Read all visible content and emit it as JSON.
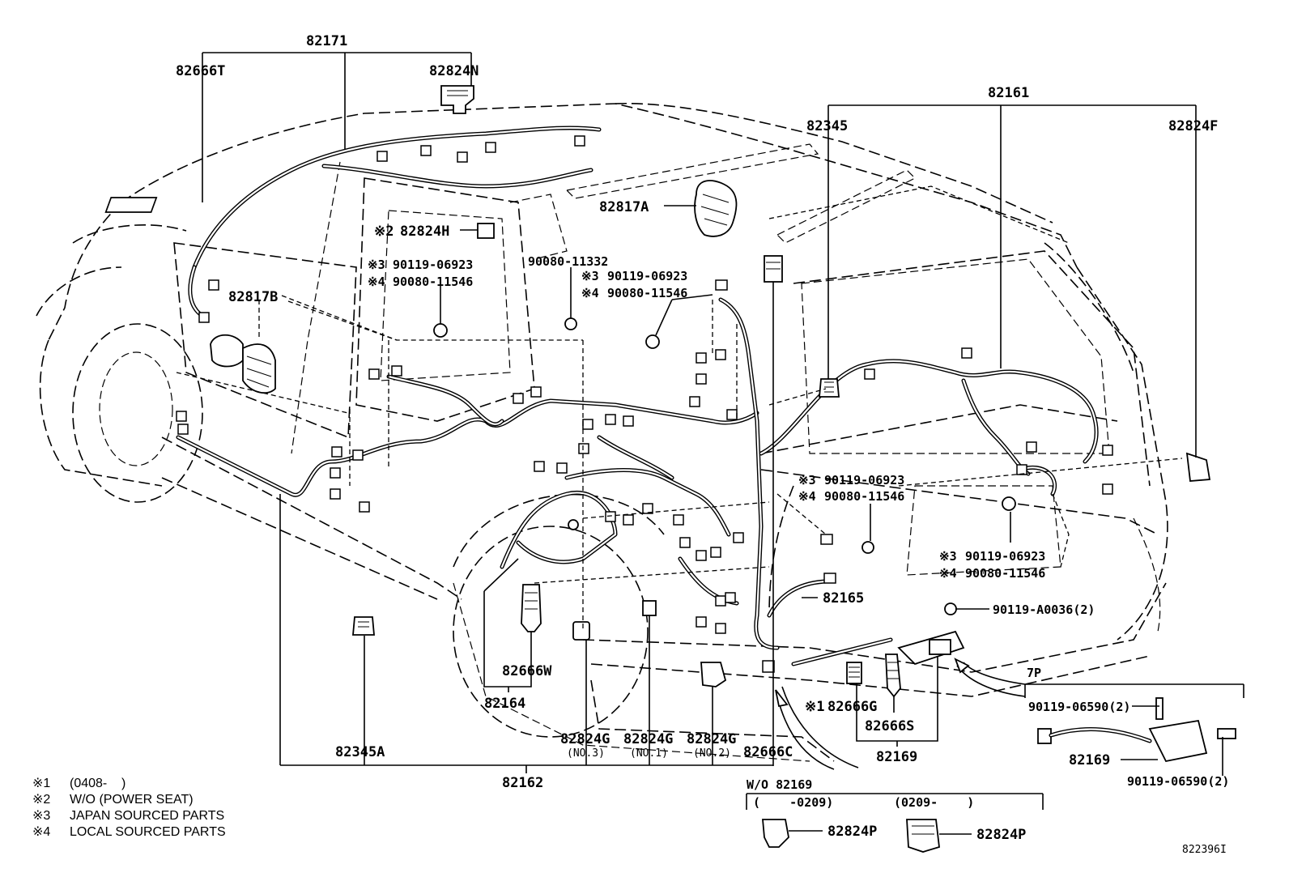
{
  "diagram_code": "822396I",
  "labels": {
    "p82171": "82171",
    "p82666T": "82666T",
    "p82824N": "82824N",
    "p82161": "82161",
    "p82345": "82345",
    "p82824F": "82824F",
    "p82817A": "82817A",
    "p82824H": "82824H",
    "p82824H_mark": "※2",
    "p82817B": "82817B",
    "b1_mark1": "※3",
    "b1_pn1": "90119-06923",
    "b1_mark2": "※4",
    "b1_pn2": "90080-11546",
    "b2_pn": "90080-11332",
    "b3_mark1": "※3",
    "b3_pn1": "90119-06923",
    "b3_mark2": "※4",
    "b3_pn2": "90080-11546",
    "b4_mark1": "※3",
    "b4_pn1": "90119-06923",
    "b4_mark2": "※4",
    "b4_pn2": "90080-11546",
    "b5_mark1": "※3",
    "b5_pn1": "90119-06923",
    "b5_mark2": "※4",
    "b5_pn2": "90080-11546",
    "p82165": "82165",
    "p90119A0036": "90119-A0036(2)",
    "p7P": "7P",
    "p90119_06590_a": "90119-06590(2)",
    "p90119_06590_b": "90119-06590(2)",
    "p82169_detail": "82169",
    "p82666G_mark": "※1",
    "p82666G": "82666G",
    "p82666S": "82666S",
    "p82169": "82169",
    "p82666W": "82666W",
    "p82164": "82164",
    "p82824G_a": "82824G",
    "p82824G_a_sub": "(NO.3)",
    "p82824G_b": "82824G",
    "p82824G_b_sub": "(NO.1)",
    "p82824G_c": "82824G",
    "p82824G_c_sub": "(NO.2)",
    "p82666C": "82666C",
    "p82345A": "82345A",
    "p82162": "82162",
    "wo_82169": "W/O 82169",
    "range_left": "(    -0209)",
    "range_right": "(0209-    )",
    "p82824P_a": "82824P",
    "p82824P_b": "82824P"
  },
  "notes": [
    {
      "mark": "※1",
      "text": "(0408-    )"
    },
    {
      "mark": "※2",
      "text": "W/O (POWER SEAT)"
    },
    {
      "mark": "※3",
      "text": "JAPAN SOURCED PARTS"
    },
    {
      "mark": "※4",
      "text": "LOCAL SOURCED PARTS"
    }
  ]
}
